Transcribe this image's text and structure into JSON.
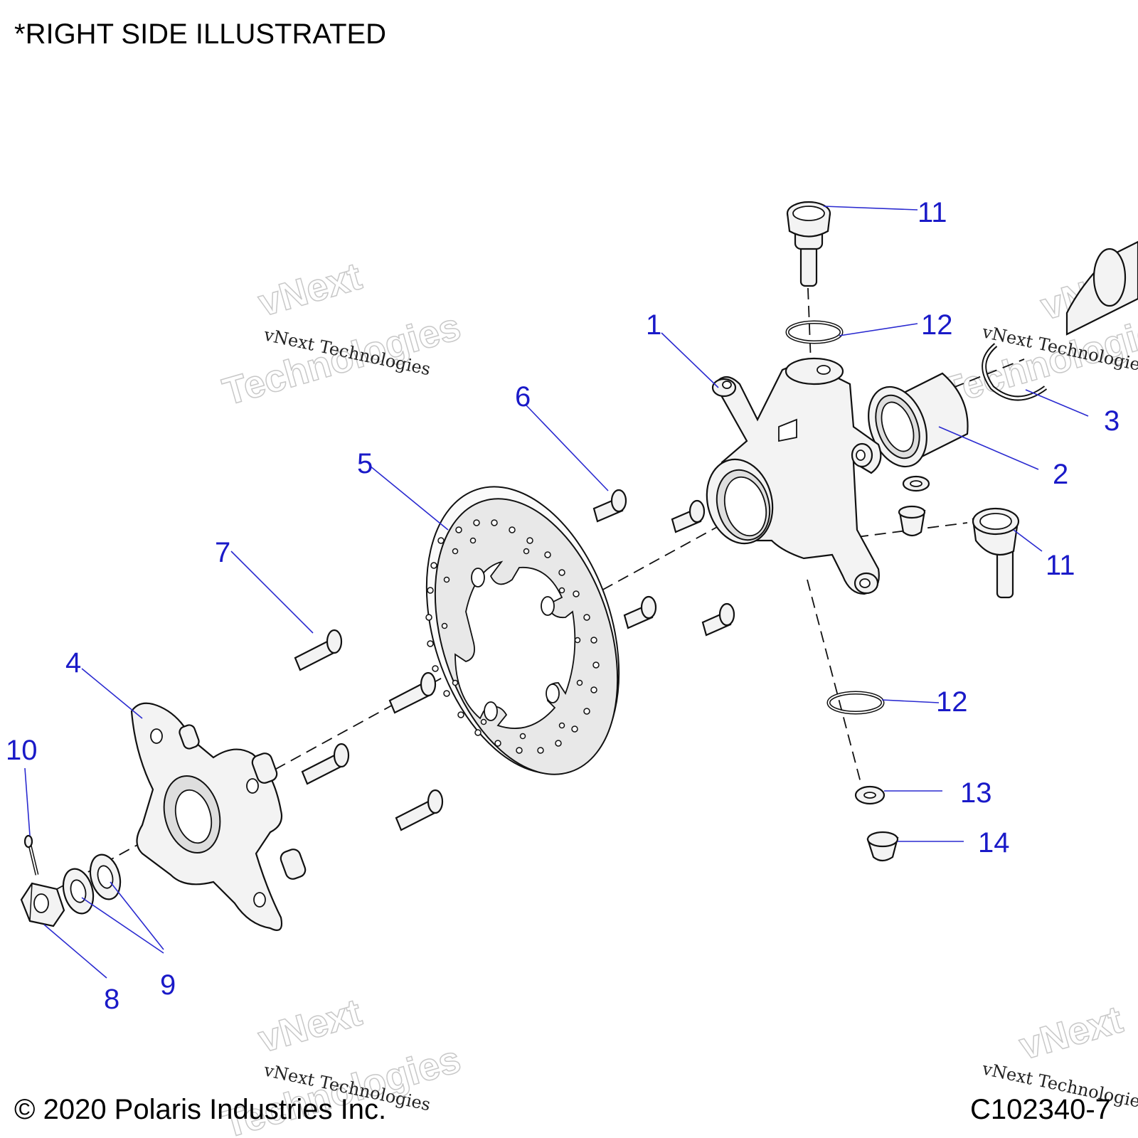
{
  "header_note": "*RIGHT SIDE ILLUSTRATED",
  "copyright": "© 2020 Polaris Industries Inc.",
  "figure_id": "C102340-7",
  "watermark": {
    "line_small": "vNext Technologies",
    "line_big_1": "vNext",
    "line_big_2": "Technologies"
  },
  "callouts": {
    "c1": "1",
    "c2": "2",
    "c3": "3",
    "c4": "4",
    "c5": "5",
    "c6": "6",
    "c7": "7",
    "c8": "8",
    "c9": "9",
    "c10": "10",
    "c11a": "11",
    "c11b": "11",
    "c12a": "12",
    "c12b": "12",
    "c13": "13",
    "c14": "14"
  },
  "colors": {
    "callout": "#1a1ac8",
    "leader": "#2a2ad0",
    "line": "#111111"
  }
}
